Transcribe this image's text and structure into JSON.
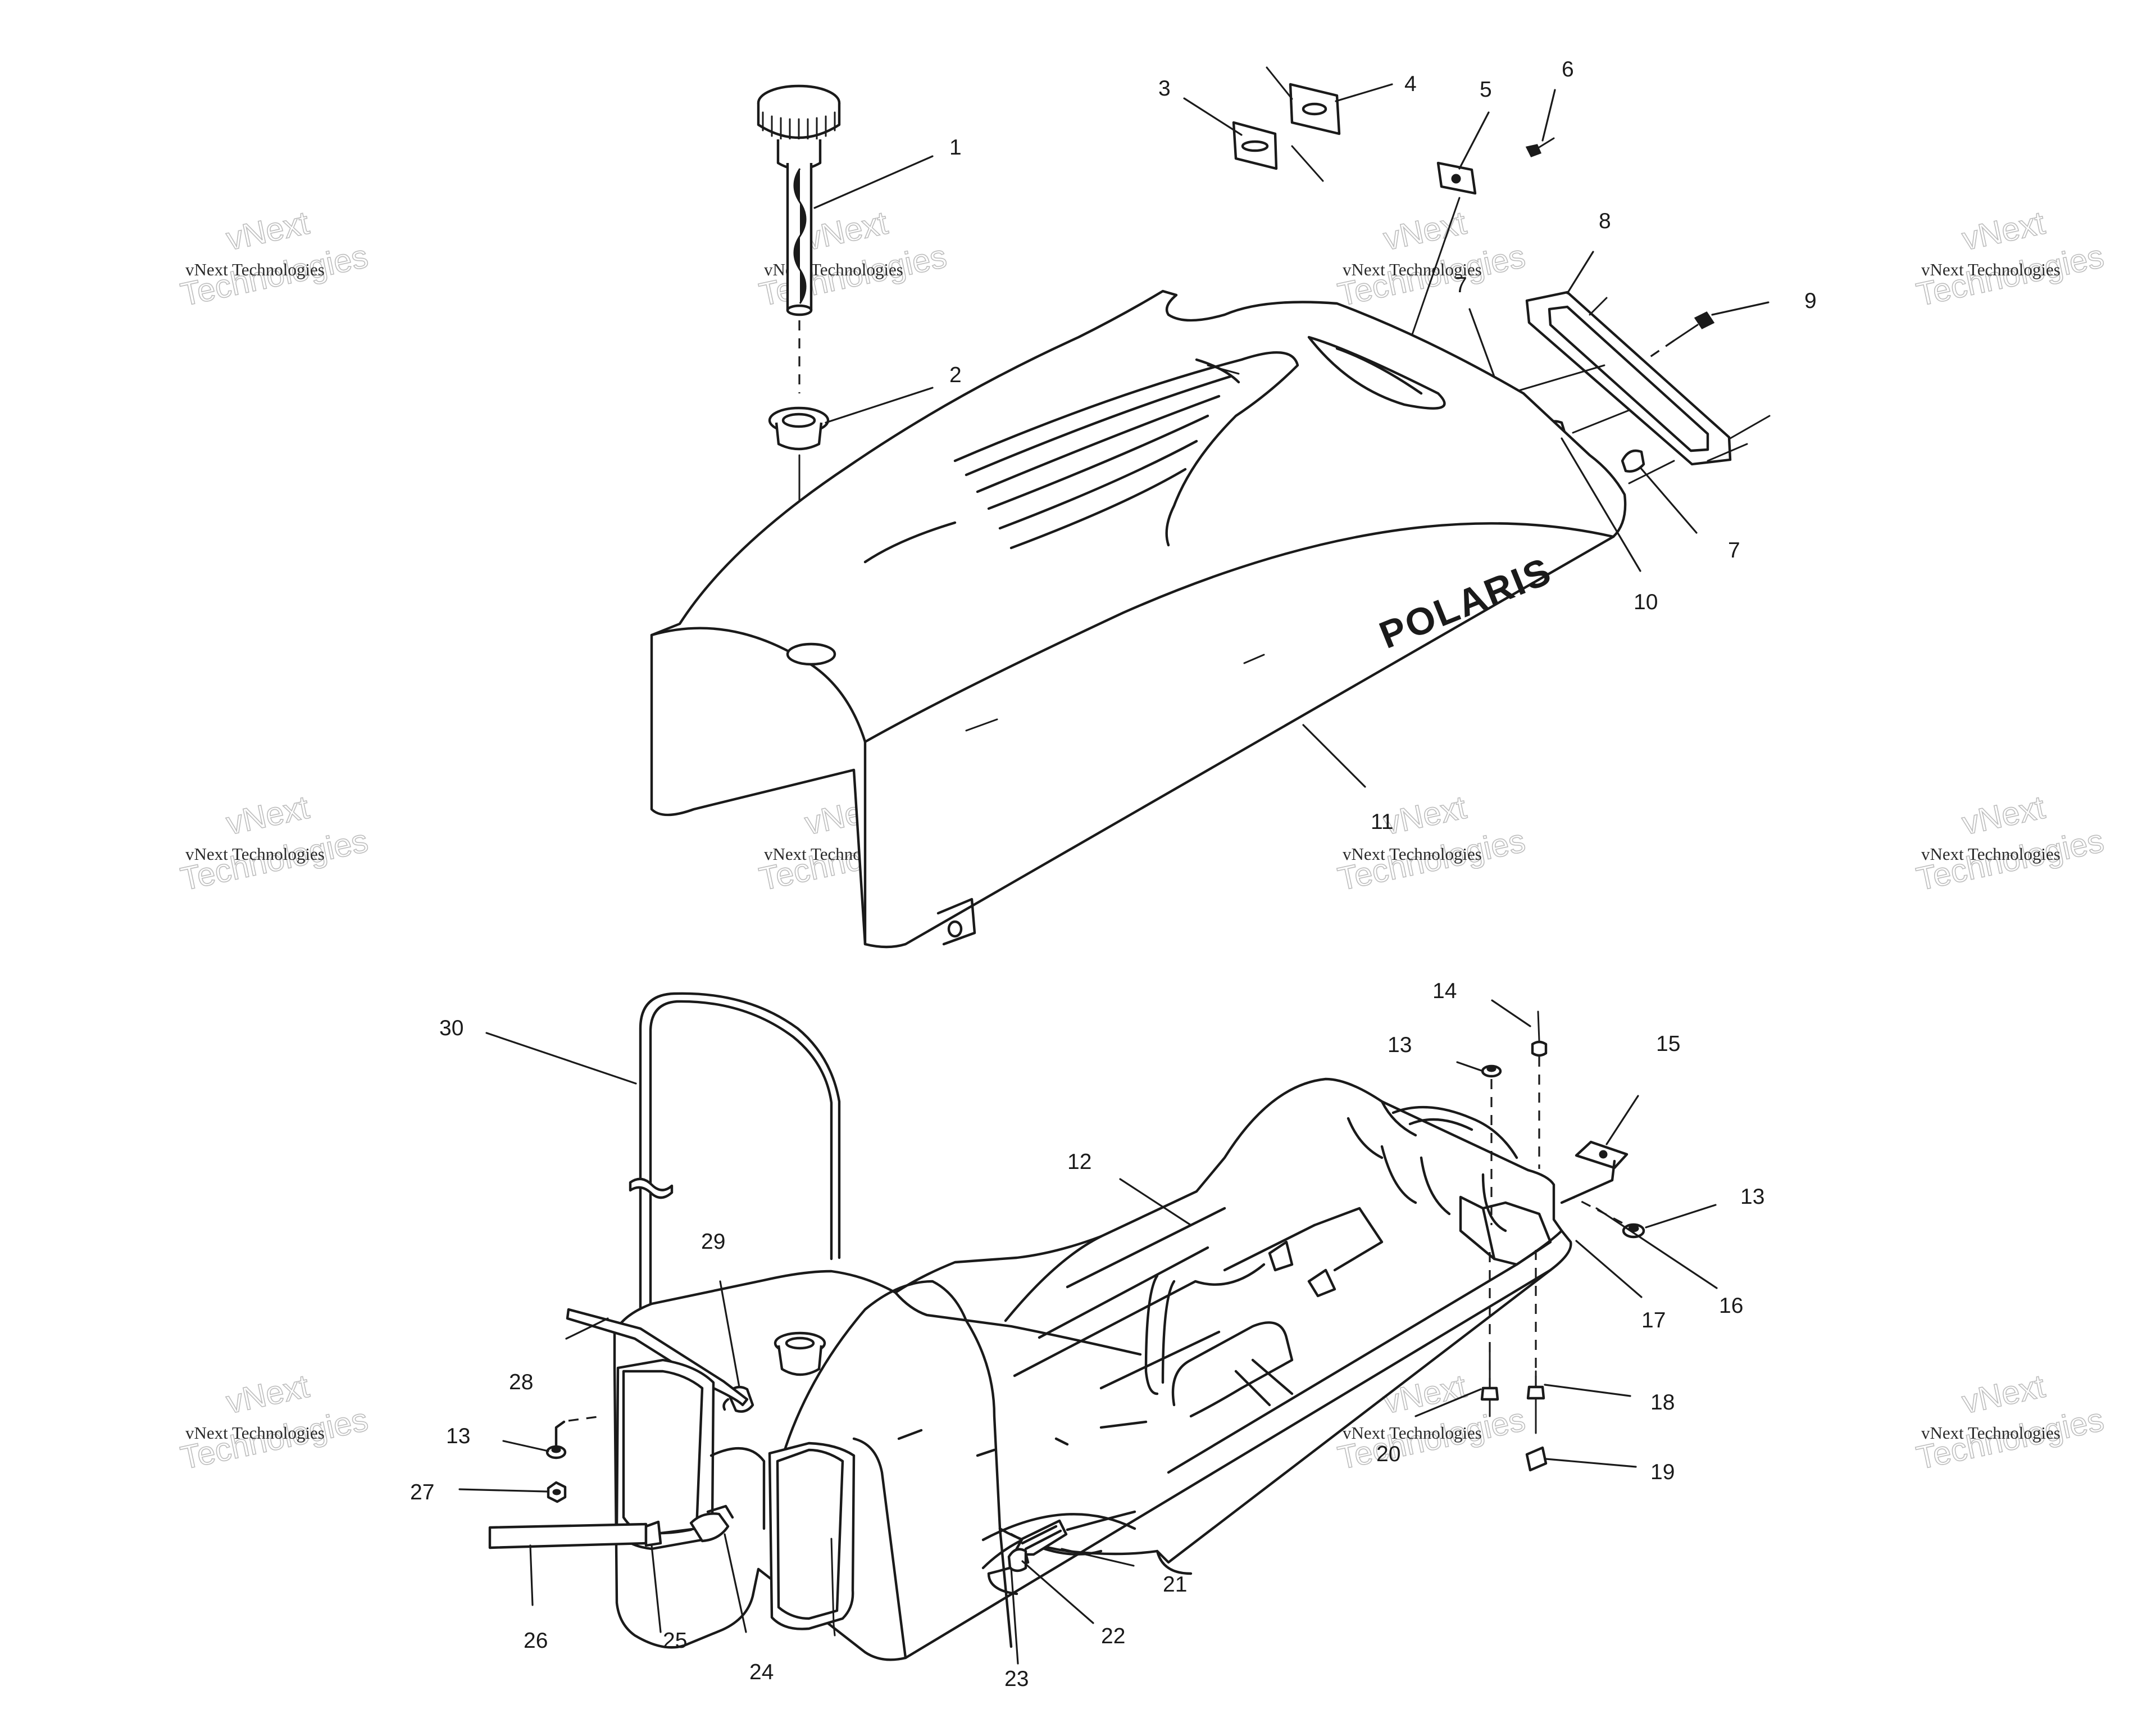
{
  "diagram": {
    "logo_text": "POLARIS",
    "watermark": {
      "top": "vNext",
      "bottom": "Technologies",
      "caption": "vNext Technologies"
    },
    "callouts": [
      {
        "id": "1",
        "label": "1"
      },
      {
        "id": "2",
        "label": "2"
      },
      {
        "id": "3",
        "label": "3"
      },
      {
        "id": "4",
        "label": "4"
      },
      {
        "id": "5",
        "label": "5"
      },
      {
        "id": "6",
        "label": "6"
      },
      {
        "id": "7a",
        "label": "7"
      },
      {
        "id": "7b",
        "label": "7"
      },
      {
        "id": "8",
        "label": "8"
      },
      {
        "id": "9",
        "label": "9"
      },
      {
        "id": "10",
        "label": "10"
      },
      {
        "id": "11",
        "label": "11"
      },
      {
        "id": "12",
        "label": "12"
      },
      {
        "id": "13a",
        "label": "13"
      },
      {
        "id": "13b",
        "label": "13"
      },
      {
        "id": "13c",
        "label": "13"
      },
      {
        "id": "14",
        "label": "14"
      },
      {
        "id": "15",
        "label": "15"
      },
      {
        "id": "16",
        "label": "16"
      },
      {
        "id": "17",
        "label": "17"
      },
      {
        "id": "18",
        "label": "18"
      },
      {
        "id": "19",
        "label": "19"
      },
      {
        "id": "20",
        "label": "20"
      },
      {
        "id": "21",
        "label": "21"
      },
      {
        "id": "22",
        "label": "22"
      },
      {
        "id": "23",
        "label": "23"
      },
      {
        "id": "24",
        "label": "24"
      },
      {
        "id": "25",
        "label": "25"
      },
      {
        "id": "26",
        "label": "26"
      },
      {
        "id": "27",
        "label": "27"
      },
      {
        "id": "28",
        "label": "28"
      },
      {
        "id": "29",
        "label": "29"
      },
      {
        "id": "30",
        "label": "30"
      }
    ]
  }
}
